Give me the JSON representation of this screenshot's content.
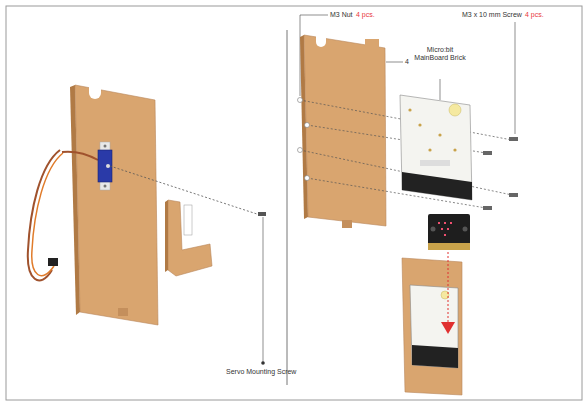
{
  "diagram": {
    "labels": [
      "Servo Mounting Screw",
      "M3 Nut",
      "4 pcs.",
      "4",
      "Micro:bit MainBoard Brick",
      "M3 x 10 mm Screw",
      "4 pcs."
    ]
  }
}
